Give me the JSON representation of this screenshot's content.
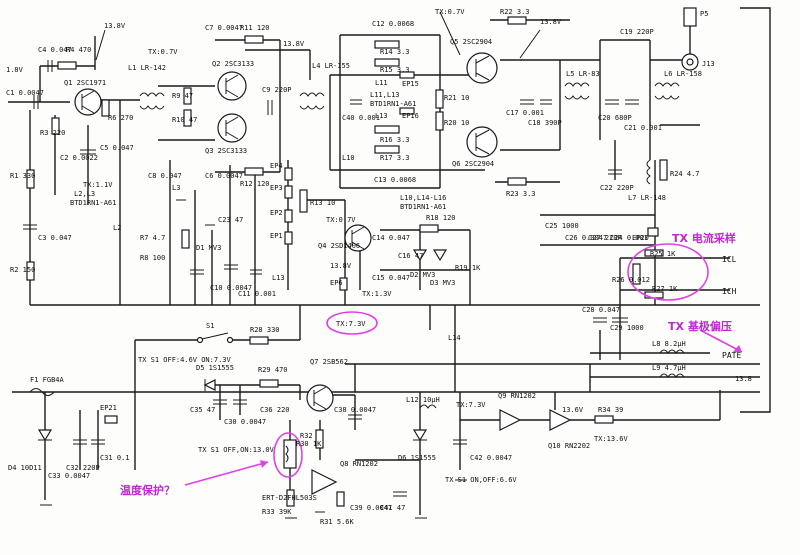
{
  "domain": "Diagram",
  "voltages": {
    "v18": "1.8V",
    "v138a": "13.8V",
    "v138b": "13.8V",
    "v138c": "13.8V",
    "v138d": "13.8V",
    "v138e": "13.8",
    "v136": "13.6V",
    "tx07a": "TX:0.7V",
    "tx07b": "TX:0.7V",
    "tx07c": "TX:0.7V",
    "tx11": "TX:1.1V",
    "tx13": "TX:1.3V",
    "tx73": "TX:7.3V",
    "tx73b": "TX:7.3V",
    "tx136": "TX:13.6V",
    "s1off": "TX\nS1 OFF:4.6V\nON:7.3V",
    "tempv": "TX\nS1\nOFF,ON:13.0V",
    "s1on": "TX\nS1\nON,OFF:6.6V"
  },
  "components": {
    "c1": "C1 0.0047",
    "c4": "C4 0.047",
    "r4": "R4 470",
    "q1": "Q1 2SC1971",
    "r3": "R3 220",
    "c2": "C2 0.0022",
    "r6": "R6 270",
    "c5": "C5 0.047",
    "l1": "L1 LR-142",
    "l23": "L2,L3",
    "btd": "BTD1RN1-A61",
    "r1": "R1 330",
    "c3": "C3 0.047",
    "r2": "R2 150",
    "c7": "C7 0.0047",
    "r11": "R11 120",
    "q2": "Q2 2SC3133",
    "q3": "Q3 2SC3133",
    "r9": "R9 47",
    "r10": "R10 47",
    "c9": "C9 220P",
    "c6": "C6 0.0047",
    "r12": "R12 120",
    "c8": "C8 0.047",
    "l3": "L3",
    "r7": "R7 4.7",
    "r8": "R8 100",
    "d1": "D1 MV3",
    "c23": "C23 47",
    "l4": "L4 LR-155",
    "ep4": "EP4",
    "ep3": "EP3",
    "ep2": "EP2",
    "ep1": "EP1",
    "l13": "L13",
    "c10": "C10 0.0047",
    "c11": "C11 0.001",
    "r13": "R13 10",
    "q4": "Q4 2SD1406",
    "c12": "C12 0.0068",
    "r14": "R14 3.3",
    "r15": "R15 3.3",
    "l11": "L11",
    "ep15": "EP15",
    "l1113": "L11,L13",
    "btd2": "BTD1RN1-A61",
    "l13b": "L13",
    "ep16": "EP16",
    "r16": "R16 3.3",
    "r17": "R17 3.3",
    "c13": "C13 0.0068",
    "c40": "C40 0.001",
    "l10": "L10",
    "l10lab": "L10,L14-L16",
    "btd3": "BTD1RN1-A61",
    "q5": "Q5 2SC2904",
    "q6": "Q6 2SC2904",
    "r21": "R21 10",
    "r20": "R20 10",
    "r22": "R22 3.3",
    "r23": "R23 3.3",
    "c17": "C17 0.001",
    "c18": "C18 390P",
    "l5": "L5 LR-83",
    "c20": "C20 680P",
    "c21": "C21 0.001",
    "c19": "C19 220P",
    "l6": "L6 LR-158",
    "p5": "P5",
    "j13": "J13",
    "c22": "C22 220P",
    "l7": "L7 LR-148",
    "r24": "R24 4.7",
    "c14": "C14 0.047",
    "c15": "C15 0.047",
    "c16": "C16 47",
    "r18": "R18 120",
    "d2": "D2 MV3",
    "d3": "D3 MV3",
    "r19": "R19 1K",
    "ep6": "EP6",
    "c25": "C25 1000",
    "c26": "C26 0.0047",
    "c27": "C27 220P",
    "c24": "C24 0.001",
    "ep20": "EP20",
    "r25": "R25 1K",
    "r26": "R26 0.012",
    "r27": "R27 1K",
    "c28": "C28 0.047",
    "c29": "C29 1000",
    "icl": "ICL",
    "ich": "ICH",
    "l8": "L8 8.2μH",
    "l9": "L9 4.7μH",
    "pate": "PATE",
    "s1": "S1",
    "r28": "R28 330",
    "l2": "L2",
    "l14": "L14",
    "f1": "F1 FGB4A",
    "ep21": "EP21",
    "d5": "D5 1S1555",
    "r29": "R29 470",
    "q7": "Q7 2SB562",
    "c35": "C35 47",
    "c30": "C30 0.0047",
    "c36": "C36 220",
    "c38": "C38 0.0047",
    "r30": "R30 1K",
    "q8": "Q8 RN1202",
    "r32": "R32",
    "ert": "ERT-D2FHL503S",
    "r33": "R33 39K",
    "r31": "R31 5.6K",
    "c39": "C39 0.0047",
    "c41": "C41 47",
    "l12": "L12 10μH",
    "d6": "D6 1S1555",
    "q9": "Q9 RN1202",
    "q10": "Q10 RN2202",
    "r34": "R34 39",
    "c42": "C42 0.0047",
    "d4": "D4 10D11",
    "c31": "C31 0.1",
    "c32": "C32 220P",
    "c33": "C33 0.0047"
  },
  "annotations": {
    "tx_current": "TX 电流采样",
    "tx_bias": "TX 基极偏压",
    "temp_protect": "温度保护？"
  },
  "colors": {
    "ink": "#1a1a1a",
    "annotation": "#c026d3",
    "highlight": "#e040e8"
  }
}
